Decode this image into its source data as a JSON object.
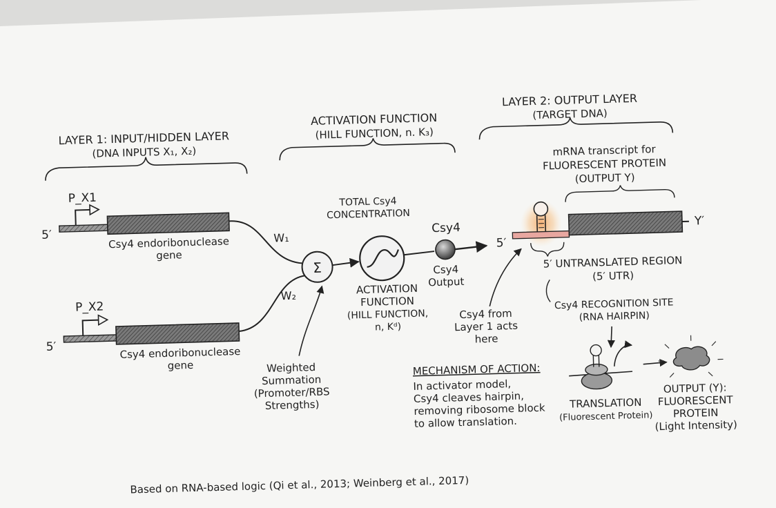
{
  "layer1": {
    "title": "LAYER 1: INPUT/HIDDEN LAYER",
    "subtitle": "(DNA INPUTS X₁, X₂)",
    "promoter1": "P_X1",
    "promoter2": "P_X2",
    "five_prime": "5′",
    "gene_line1": "Csy4 endoribonuclease",
    "gene_line2": "gene",
    "w1": "W₁",
    "w2": "W₂"
  },
  "activation_header": {
    "title": "ACTIVATION FUNCTION",
    "subtitle": "(HILL FUNCTION, n. K₃)"
  },
  "layer2": {
    "title": "LAYER 2: OUTPUT LAYER",
    "subtitle": "(TARGET DNA)"
  },
  "middle": {
    "sigma": "Σ",
    "total_line1": "TOTAL Csy4",
    "total_line2": "CONCENTRATION",
    "act_line1": "ACTIVATION",
    "act_line2": "FUNCTION",
    "act_line3": "(HILL FUNCTION,",
    "act_line4": "n, Kᵈ)",
    "csy4": "Csy4",
    "csy4_out1": "Csy4",
    "csy4_out2": "Output",
    "weighted1": "Weighted",
    "weighted2": "Summation",
    "weighted3": "(Promoter/RBS",
    "weighted4": "Strengths)"
  },
  "target": {
    "mrna1": "mRNA transcript for",
    "mrna2": "FLUORESCENT PROTEIN",
    "mrna3": "(OUTPUT Y)",
    "five_prime": "5′",
    "y_prime": "Y′",
    "utr1": "5′ UNTRANSLATED REGION",
    "utr2": "(5′ UTR)",
    "from1": "Csy4 from",
    "from2": "Layer 1 acts",
    "from3": "here",
    "recog1": "Csy4 RECOGNITION SITE",
    "recog2": "(RNA HAIRPIN)"
  },
  "mechanism": {
    "heading": "MECHANISM OF ACTION:",
    "line1": "In activator model,",
    "line2": "Csy4 cleaves hairpin,",
    "line3": "removing ribosome block",
    "line4": "to allow translation."
  },
  "translation": {
    "label": "TRANSLATION",
    "sub": "(Fluorescent Protein)"
  },
  "output": {
    "line1": "OUTPUT (Y):",
    "line2": "FLUORESCENT",
    "line3": "PROTEIN",
    "line4": "(Light Intensity)"
  },
  "footer": "Based on RNA-based logic (Qi et al., 2013; Weinberg et al., 2017)",
  "colors": {
    "paper": "#f7f7f5",
    "ink": "#1f1f1f",
    "gene_fill": "#8a8a8a",
    "hairpin_glow": "#f2a06a"
  }
}
